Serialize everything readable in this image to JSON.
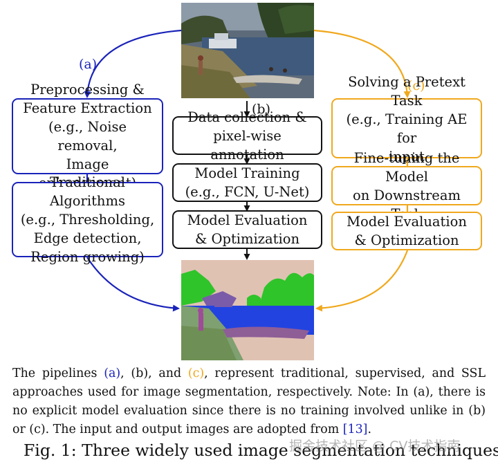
{
  "labels": {
    "a": "(a)",
    "b": "(b)",
    "c": "(c)"
  },
  "pipeline_a": {
    "step1": [
      "Preprocessing &",
      "Feature Extraction",
      "(e.g., Noise removal,",
      "Image enhancement)"
    ],
    "step2": [
      "Traditional Algorithms",
      "(e.g., Thresholding,",
      "Edge detection,",
      "Region growing)"
    ]
  },
  "pipeline_b": {
    "step1": [
      "Data collection &",
      "pixel-wise annotation"
    ],
    "step2": [
      "Model Training",
      "(e.g., FCN, U-Net)"
    ],
    "step3": [
      "Model Evaluation",
      "& Optimization"
    ]
  },
  "pipeline_c": {
    "step1": [
      "Solving a Pretext Task",
      "(e.g., Training AE for",
      "input reconstruction)"
    ],
    "step2": [
      "Fine-tuning the Model",
      "on Downstream Task"
    ],
    "step3": [
      "Model Evaluation",
      "& Optimization"
    ]
  },
  "caption": {
    "part1": "The pipelines ",
    "a": "(a)",
    "part2": ", (b), and ",
    "c": "(c)",
    "part3": ", represent traditional, supervised, and SSL approaches used for image segmentation, respectively. Note: In (a), there is no explicit model evaluation since there is no training involved unlike in (b) or (c). The input and output images are adopted from ",
    "ref": "[13]",
    "part4": "."
  },
  "figure_title": "Fig. 1: Three widely used image segmentation techniques.",
  "watermark": "掘金技术社区 @ CV技术指南",
  "colors": {
    "pipeline_a": "#1a23b9",
    "pipeline_b": "#111111",
    "pipeline_c": "#f0a81c"
  },
  "images": {
    "input": "photo-icon",
    "output": "segmentation-map-icon"
  }
}
